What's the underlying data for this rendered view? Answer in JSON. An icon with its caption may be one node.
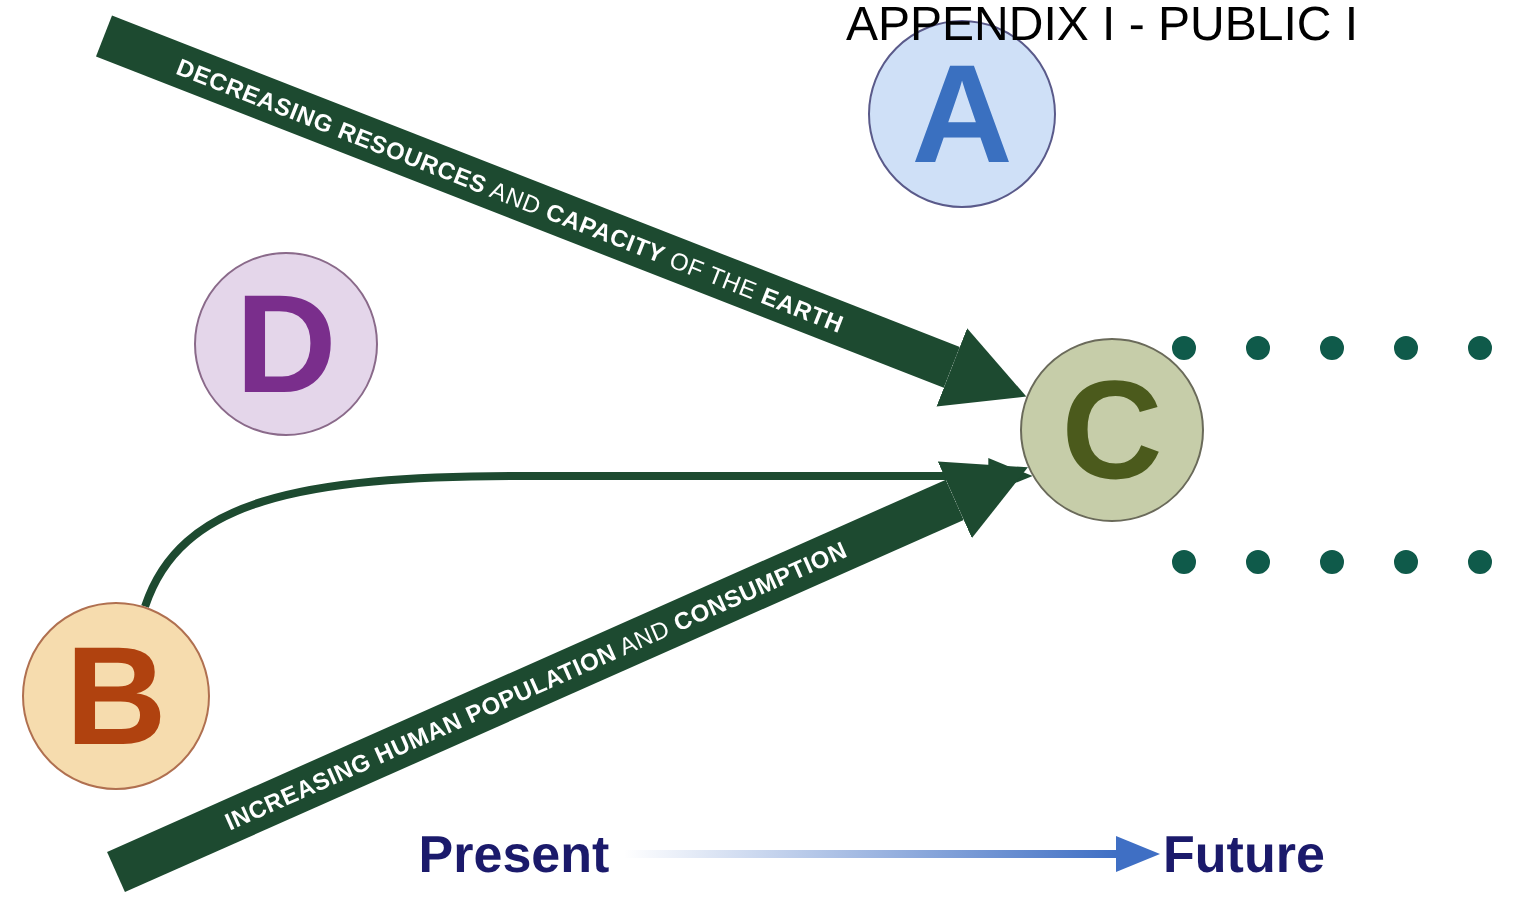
{
  "diagram": {
    "title": "APPENDIX I - PUBLIC I",
    "nodes": [
      {
        "text": [
          "A"
        ]
      },
      {
        "text": [
          "D"
        ]
      },
      {
        "text": [
          "C"
        ]
      },
      {
        "text": [
          "B"
        ]
      },
      {
        "text": [
          "Present"
        ]
      },
      {
        "text": [
          "Future"
        ]
      }
    ],
    "edges": [
      {
        "from": null,
        "to": 2,
        "arrow": "to",
        "label": "**DECREASING RESOURCES** AND **CAPACITY** OF THE **EARTH**"
      },
      {
        "from": 3,
        "to": 2,
        "arrow": "to"
      },
      {
        "from": null,
        "to": 2,
        "arrow": "to",
        "label": "**INCREASING HUMAN POPULATION** AND **CONSUMPTION**"
      },
      {
        "from": 4,
        "to": 5,
        "arrow": "to",
        "color": "#3f6fc4"
      }
    ]
  }
}
